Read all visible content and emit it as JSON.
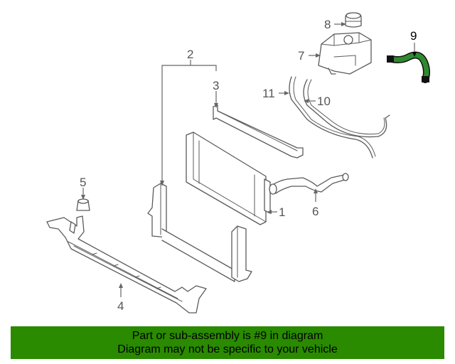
{
  "diagram": {
    "callouts": [
      "1",
      "2",
      "3",
      "4",
      "5",
      "6",
      "7",
      "8",
      "9",
      "10",
      "11"
    ],
    "highlighted_part": "9",
    "highlight_color": "#2a8a00"
  },
  "banner": {
    "line1": "Part or sub-assembly is #9 in diagram",
    "line2": "Diagram may not be specific to your vehicle"
  }
}
